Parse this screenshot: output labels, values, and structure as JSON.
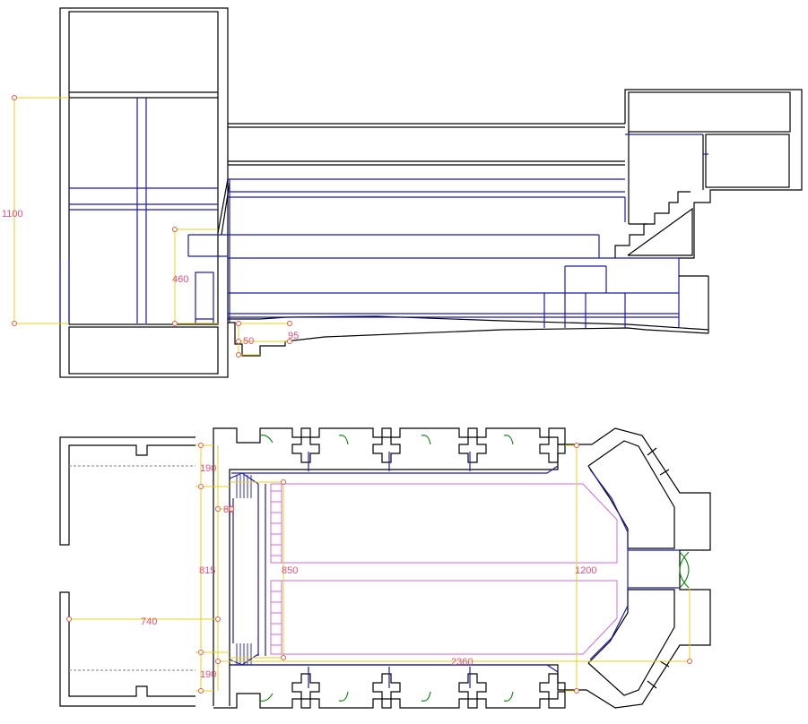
{
  "colors": {
    "wall": "#000000",
    "structure": "#1a1aa8",
    "dimension_line": "#e6d01f",
    "dimension_marker": "#e05a3a",
    "dimension_text": "#e0507a",
    "seating": "#c86ee0",
    "door": "#1a8a1a",
    "reference": "#9a9a9a"
  },
  "section": {
    "dimensions": {
      "height_total": "1100",
      "height_inner": "460",
      "step_small": "50",
      "step_run": "95"
    }
  },
  "plan": {
    "dimensions": {
      "side_upper": "190",
      "gap": "80",
      "width_total": "815",
      "inner_width": "850",
      "apse_width": "1200",
      "porch_depth": "740",
      "side_lower": "190",
      "length_total": "2360"
    }
  }
}
